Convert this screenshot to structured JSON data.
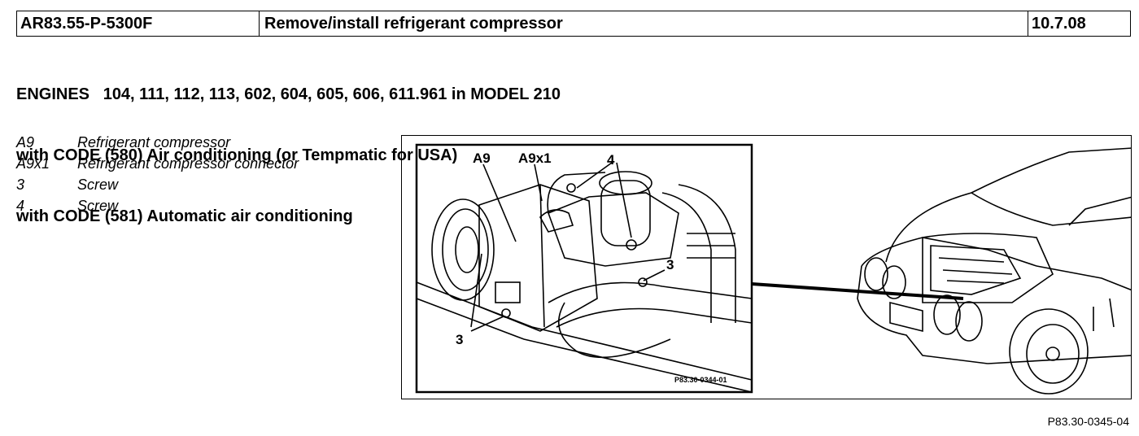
{
  "header": {
    "doc_number": "AR83.55-P-5300F",
    "title": "Remove/install refrigerant compressor",
    "date": "10.7.08"
  },
  "applicability": {
    "line1": "ENGINES   104, 111, 112, 113, 602, 604, 605, 606, 611.961 in MODEL 210",
    "line2": "with CODE (580) Air conditioning (or Tempmatic for USA)",
    "line3": "with CODE (581) Automatic air conditioning"
  },
  "legend": [
    {
      "code": "A9",
      "text": "Refrigerant compressor"
    },
    {
      "code": "A9x1",
      "text": "Refrigerant compressor connector"
    },
    {
      "code": "3",
      "text": "Screw"
    },
    {
      "code": "4",
      "text": "Screw"
    }
  ],
  "figure": {
    "callouts": {
      "a9": "A9",
      "a9x1": "A9x1",
      "screw4": "4",
      "screw3_right": "3",
      "screw3_left": "3"
    },
    "inset_ref": "P83.30-0344-01",
    "figure_ref": "P83.30-0345-04"
  }
}
